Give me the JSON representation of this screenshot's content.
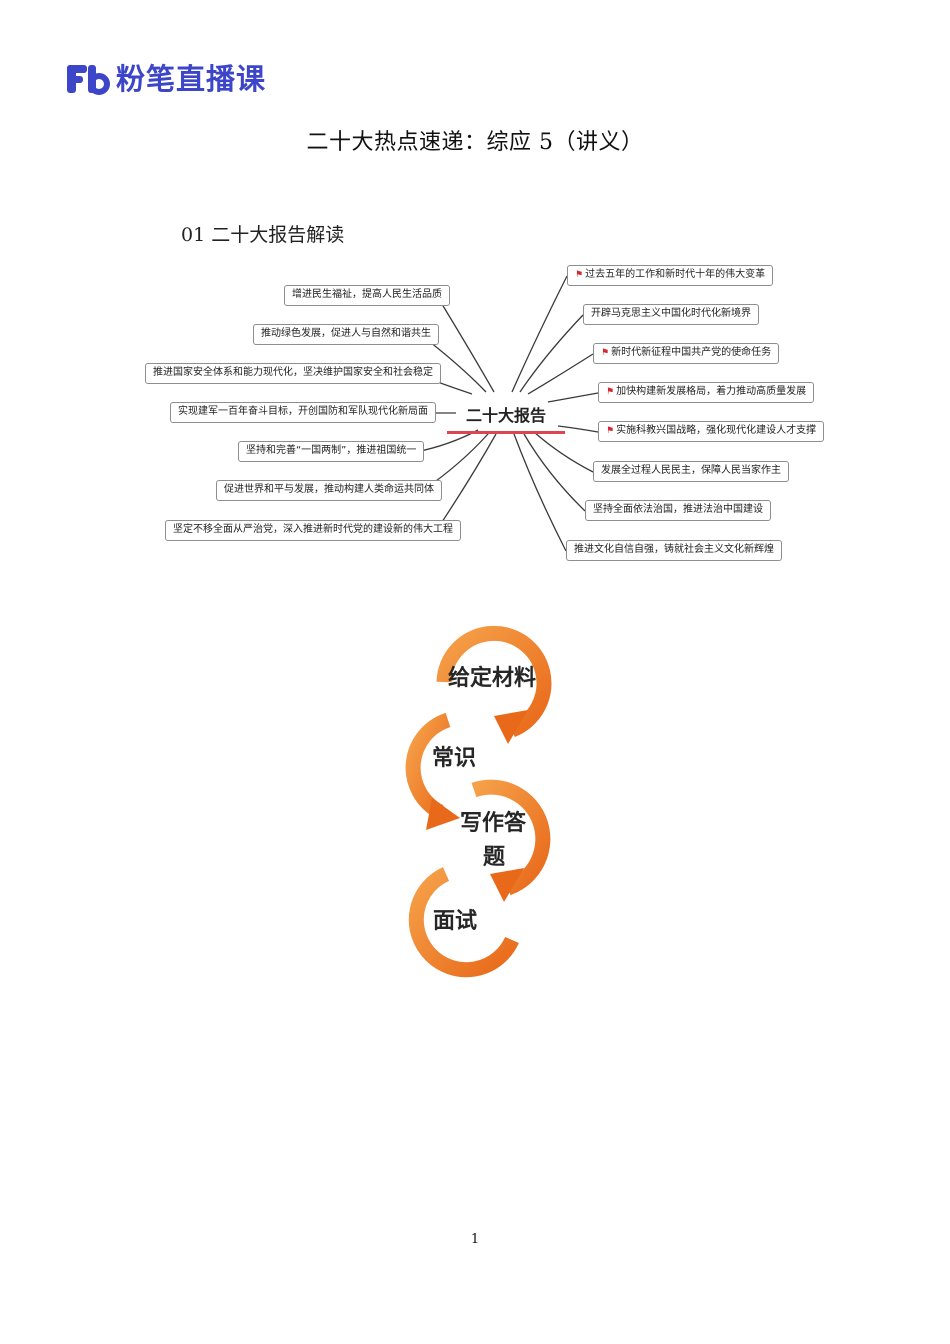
{
  "header": {
    "brand": "粉笔直播课",
    "logo_mark": "Fb"
  },
  "title": "二十大热点速递：综应 5（讲义）",
  "section_title": "01 二十大报告解读",
  "mindmap": {
    "center": "二十大报告",
    "left_items": [
      "增进民生福祉，提高人民生活品质",
      "推动绿色发展，促进人与自然和谐共生",
      "推进国家安全体系和能力现代化，坚决维护国家安全和社会稳定",
      "实现建军一百年奋斗目标，开创国防和军队现代化新局面",
      "坚持和完善“一国两制”，推进祖国统一",
      "促进世界和平与发展，推动构建人类命运共同体",
      "坚定不移全面从严治党，深入推进新时代党的建设新的伟大工程"
    ],
    "right_items": [
      "过去五年的工作和新时代十年的伟大变革",
      "开辟马克思主义中国化时代化新境界",
      "新时代新征程中国共产党的使命任务",
      "加快构建新发展格局，着力推动高质量发展",
      "实施科教兴国战略，强化现代化建设人才支撑",
      "发展全过程人民民主，保障人民当家作主",
      "坚持全面依法治国，推进法治中国建设",
      "推进文化自信自强，铸就社会主义文化新辉煌"
    ]
  },
  "cycle": {
    "steps": [
      "给定材料",
      "常识",
      "写作答",
      "题",
      "面试"
    ],
    "color": "#ef7d22"
  },
  "page_number": "1"
}
